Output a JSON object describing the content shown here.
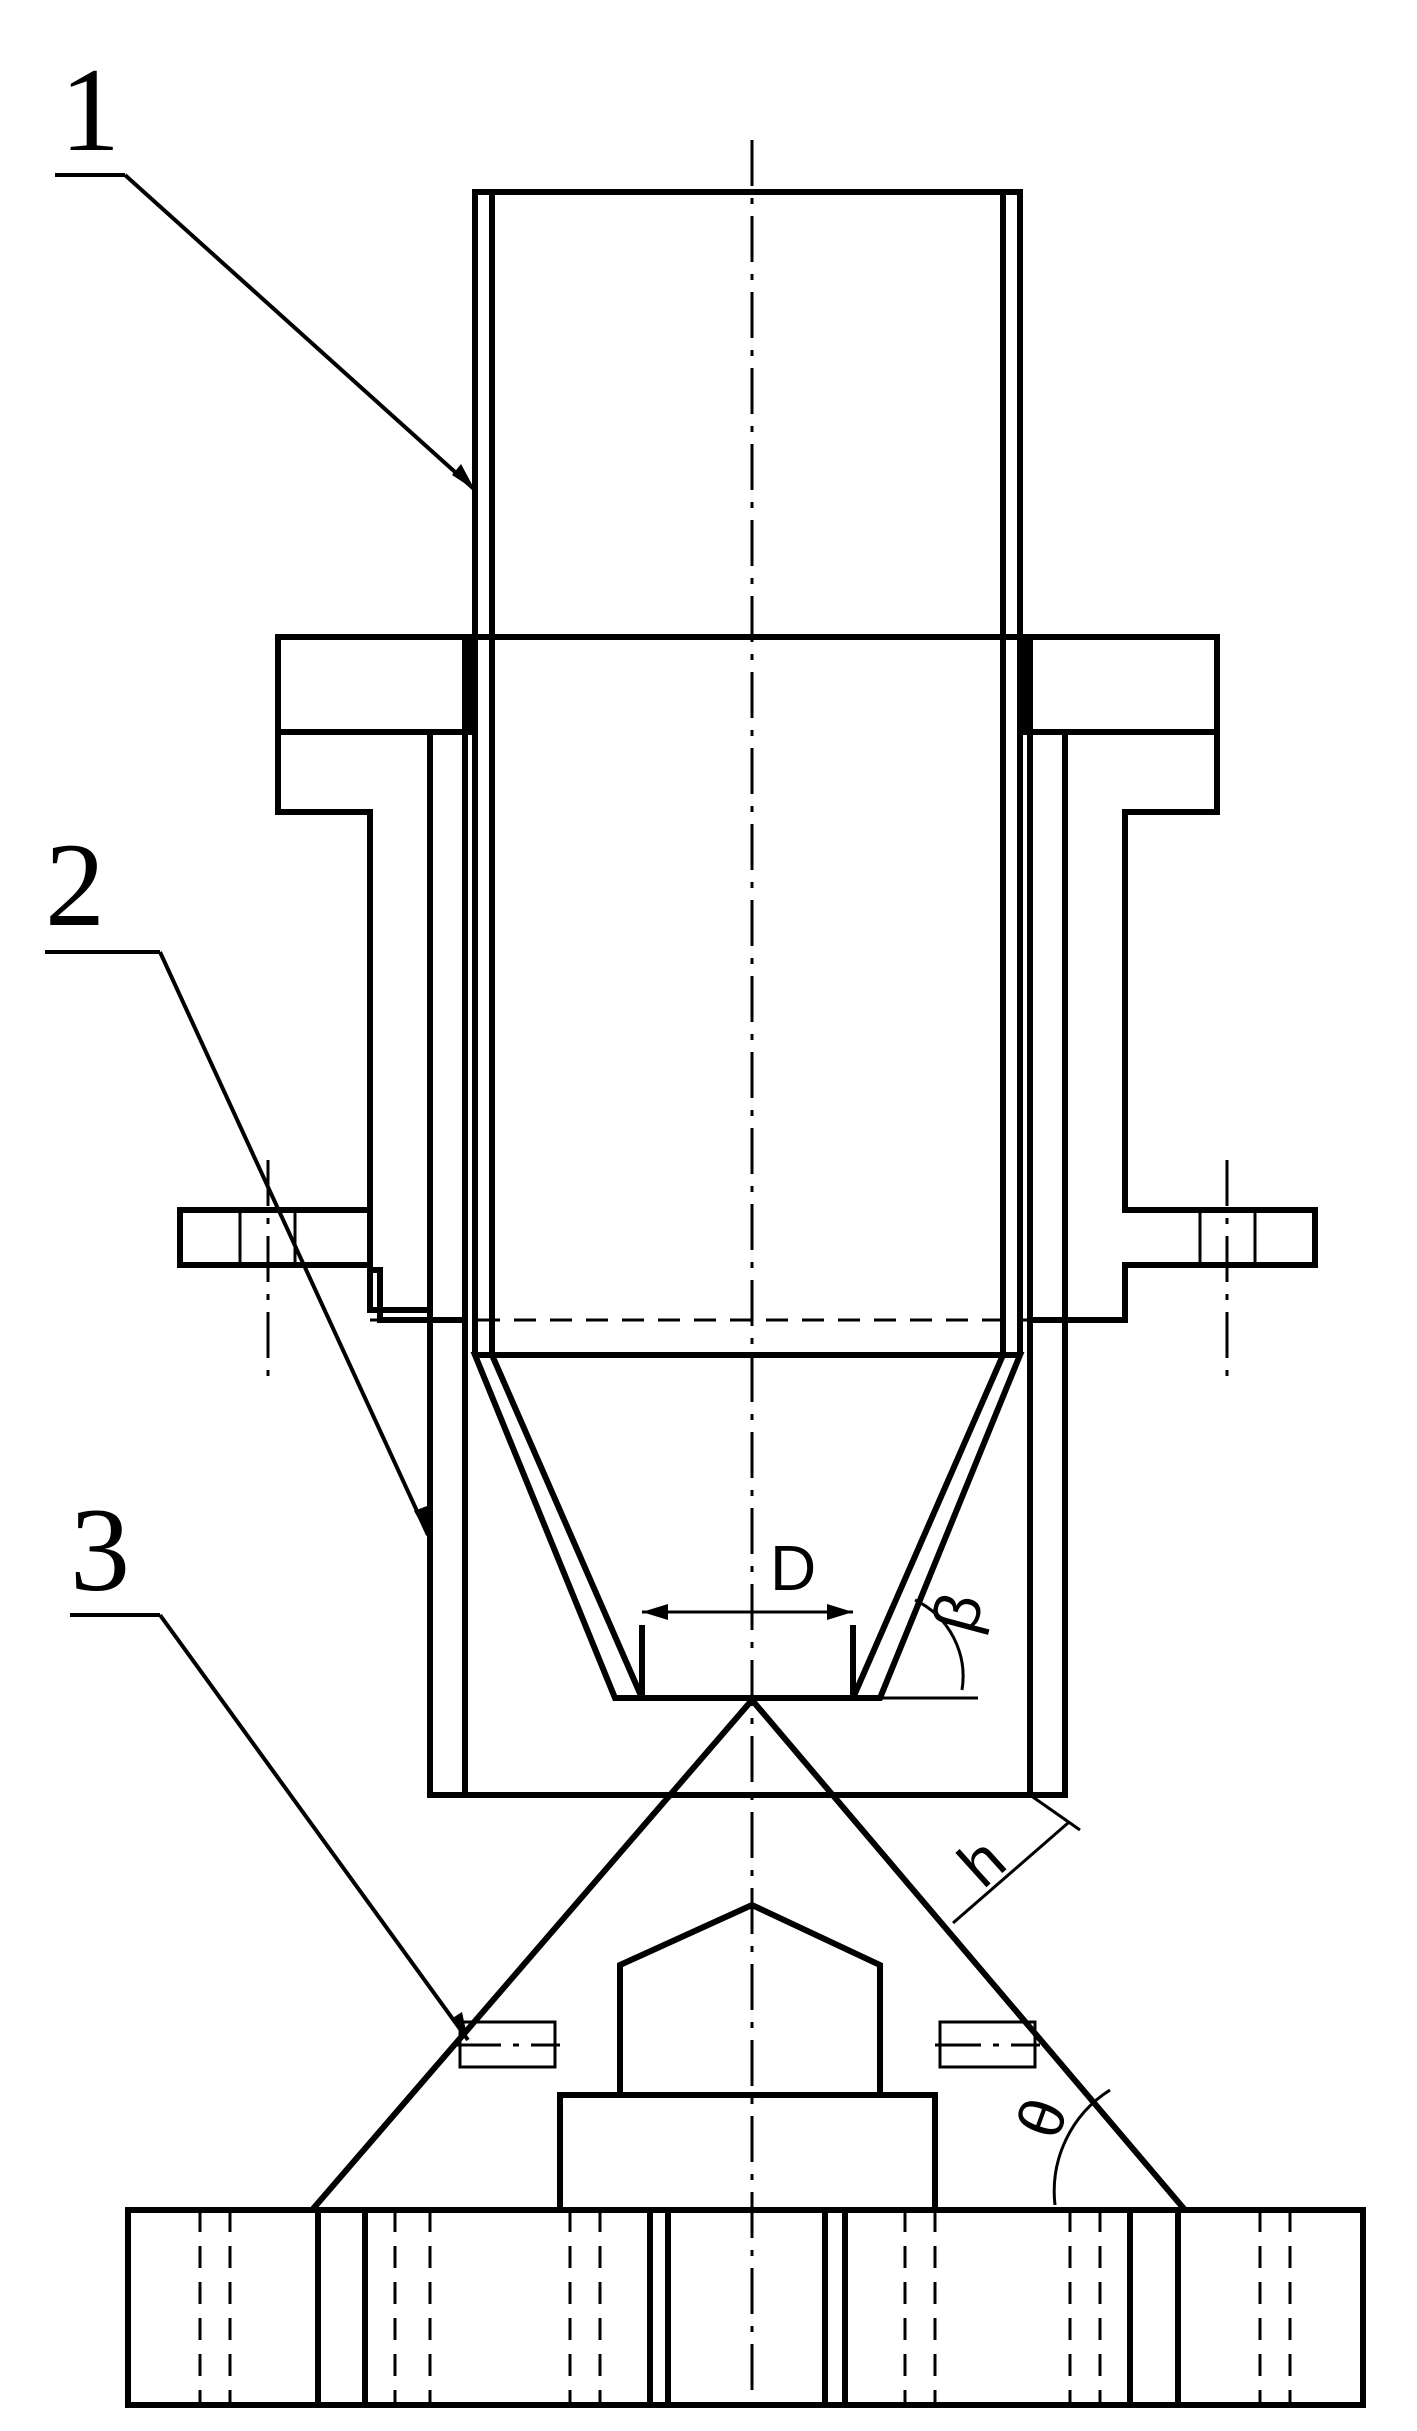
{
  "callouts": {
    "part_1": "1",
    "part_2": "2",
    "part_3": "3"
  },
  "dimensions": {
    "diameter": "D",
    "gap": "h",
    "cone_angle": "β",
    "support_angle": "θ"
  },
  "colors": {
    "line": "#000000",
    "background": "#ffffff"
  }
}
